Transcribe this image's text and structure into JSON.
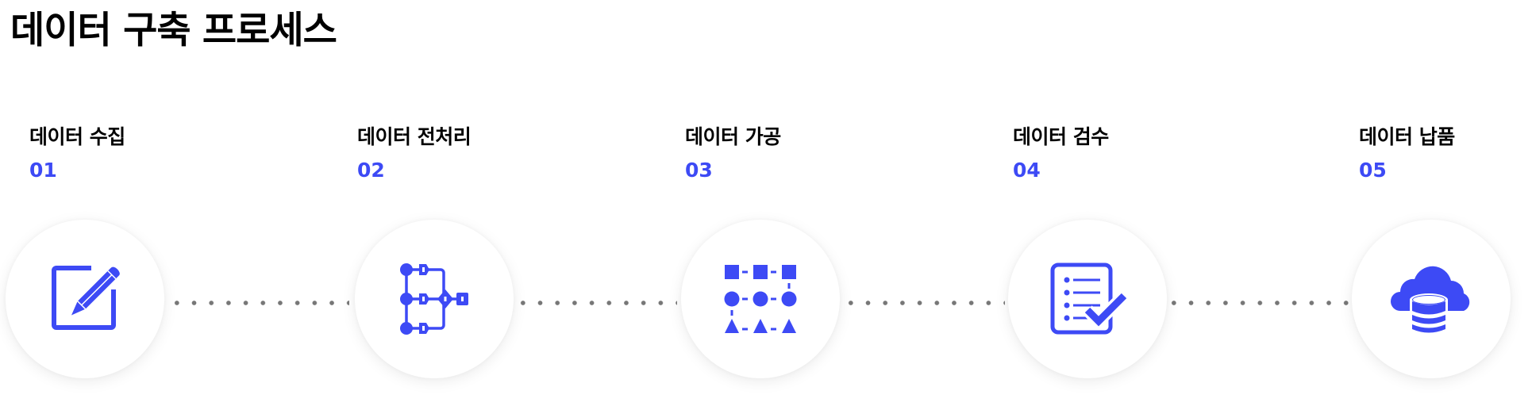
{
  "page": {
    "title": "데이터 구축 프로세스"
  },
  "colors": {
    "accent": "#3d4af5",
    "title_text": "#000000",
    "connector_dots": "#777777",
    "circle_bg": "#ffffff"
  },
  "steps": [
    {
      "label": "데이터 수집",
      "number": "01",
      "icon": "edit-note-icon"
    },
    {
      "label": "데이터 전처리",
      "number": "02",
      "icon": "flowchart-icon"
    },
    {
      "label": "데이터 가공",
      "number": "03",
      "icon": "shapes-grid-icon"
    },
    {
      "label": "데이터 검수",
      "number": "04",
      "icon": "checklist-icon"
    },
    {
      "label": "데이터 납품",
      "number": "05",
      "icon": "cloud-database-icon"
    }
  ]
}
